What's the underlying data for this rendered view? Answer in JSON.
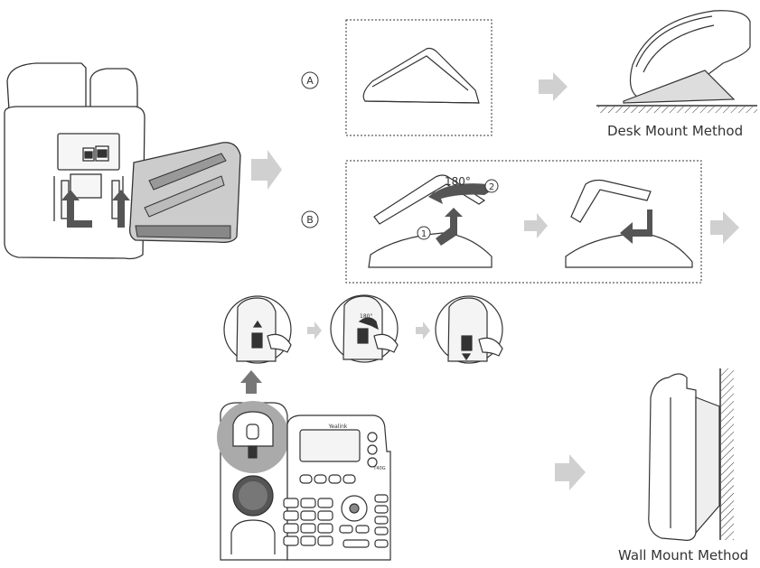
{
  "labels": {
    "option_a": "A",
    "option_b": "B",
    "step_1": "1",
    "step_2": "2",
    "rotation": "180°",
    "tab_rotation": "180°",
    "brand": "Yealink",
    "model": "T40G"
  },
  "captions": {
    "desk_mount": "Desk Mount Method",
    "wall_mount": "Wall Mount Method"
  },
  "colors": {
    "line": "#333333",
    "arrow_gray": "#d0d0d0",
    "dark_arrow": "#555555",
    "highlight": "#aaaaaa"
  }
}
